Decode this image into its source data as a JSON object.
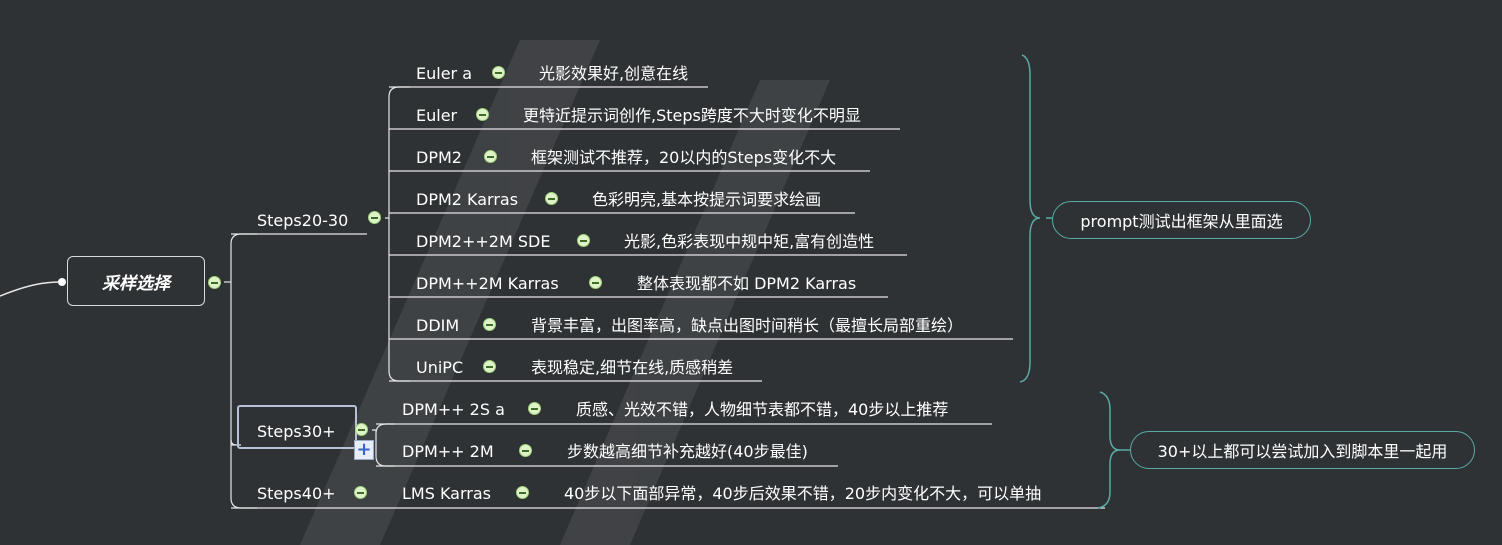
{
  "root": {
    "label": "采样选择"
  },
  "branches": [
    {
      "label": "Steps20-30",
      "children": [
        {
          "name": "Euler a",
          "desc": "光影效果好,创意在线"
        },
        {
          "name": "Euler",
          "desc": "更特近提示词创作,Steps跨度不大时变化不明显"
        },
        {
          "name": "DPM2",
          "desc": "框架测试不推荐，20以内的Steps变化不大"
        },
        {
          "name": "DPM2 Karras",
          "desc": "色彩明亮,基本按提示词要求绘画"
        },
        {
          "name": "DPM2++2M SDE",
          "desc": "光影,色彩表现中规中矩,富有创造性"
        },
        {
          "name": "DPM++2M Karras",
          "desc": "整体表现都不如 DPM2 Karras"
        },
        {
          "name": "DDIM",
          "desc": "背景丰富，出图率高，缺点出图时间稍长（最擅长局部重绘）"
        },
        {
          "name": "UniPC",
          "desc": "表现稳定,细节在线,质感稍差"
        }
      ],
      "summary": "prompt测试出框架从里面选"
    },
    {
      "label": "Steps30+",
      "children": [
        {
          "name": "DPM++ 2S a",
          "desc": "质感、光效不错，人物细节表都不错，40步以上推荐"
        },
        {
          "name": "DPM++ 2M",
          "desc": "步数越高细节补充越好(40步最佳)"
        }
      ],
      "summary": "30+以上都可以尝试加入到脚本里一起用"
    },
    {
      "label": "Steps40+",
      "children": [
        {
          "name": "LMS Karras",
          "desc": "40步以下面部异常，40步后效果不错，20步内变化不大，可以单抽"
        }
      ]
    }
  ],
  "icons": {
    "collapse": "collapse-minus-icon",
    "expand": "expand-plus-icon"
  },
  "colors": {
    "background": "#2f3235",
    "lines": "#e6e6e6",
    "summary_border": "#5aa9a4",
    "brace": "#5aa9a4"
  }
}
